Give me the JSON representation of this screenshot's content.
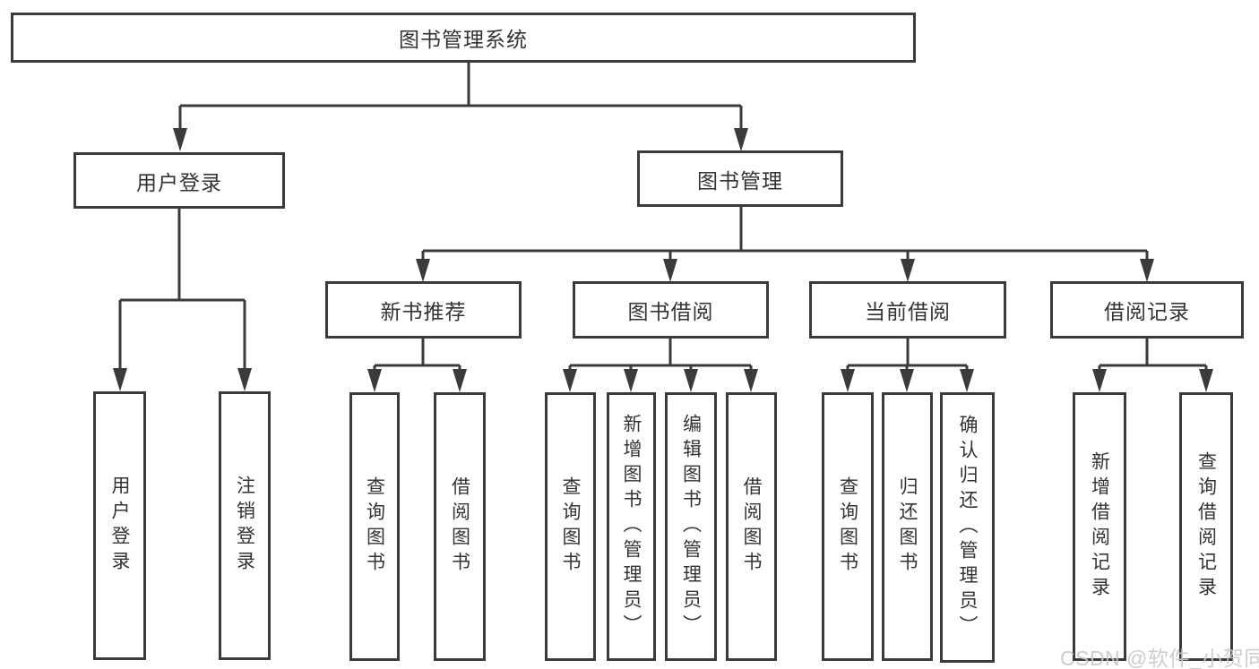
{
  "diagram": {
    "root": {
      "label": "图书管理系统"
    },
    "branches": [
      {
        "label": "用户登录",
        "children": [
          {
            "label": "用户登录"
          },
          {
            "label": "注销登录"
          }
        ]
      },
      {
        "label": "图书管理",
        "children": [
          {
            "label": "新书推荐",
            "children": [
              {
                "label": "查询图书"
              },
              {
                "label": "借阅图书"
              }
            ]
          },
          {
            "label": "图书借阅",
            "children": [
              {
                "label": "查询图书"
              },
              {
                "label": "新增图书（管理员）"
              },
              {
                "label": "编辑图书（管理员）"
              },
              {
                "label": "借阅图书"
              }
            ]
          },
          {
            "label": "当前借阅",
            "children": [
              {
                "label": "查询图书"
              },
              {
                "label": "归还图书"
              },
              {
                "label": "确认归还（管理员）"
              }
            ]
          },
          {
            "label": "借阅记录",
            "children": [
              {
                "label": "新增借阅记录"
              },
              {
                "label": "查询借阅记录"
              }
            ]
          }
        ]
      }
    ]
  },
  "watermark": {
    "text": "CSDN @软件_小贺同学"
  },
  "colors": {
    "line": "#3b3b3b",
    "text": "#333333",
    "box_fill": "#ffffff",
    "background": "#ffffff",
    "watermark": "#c9c9c9"
  }
}
